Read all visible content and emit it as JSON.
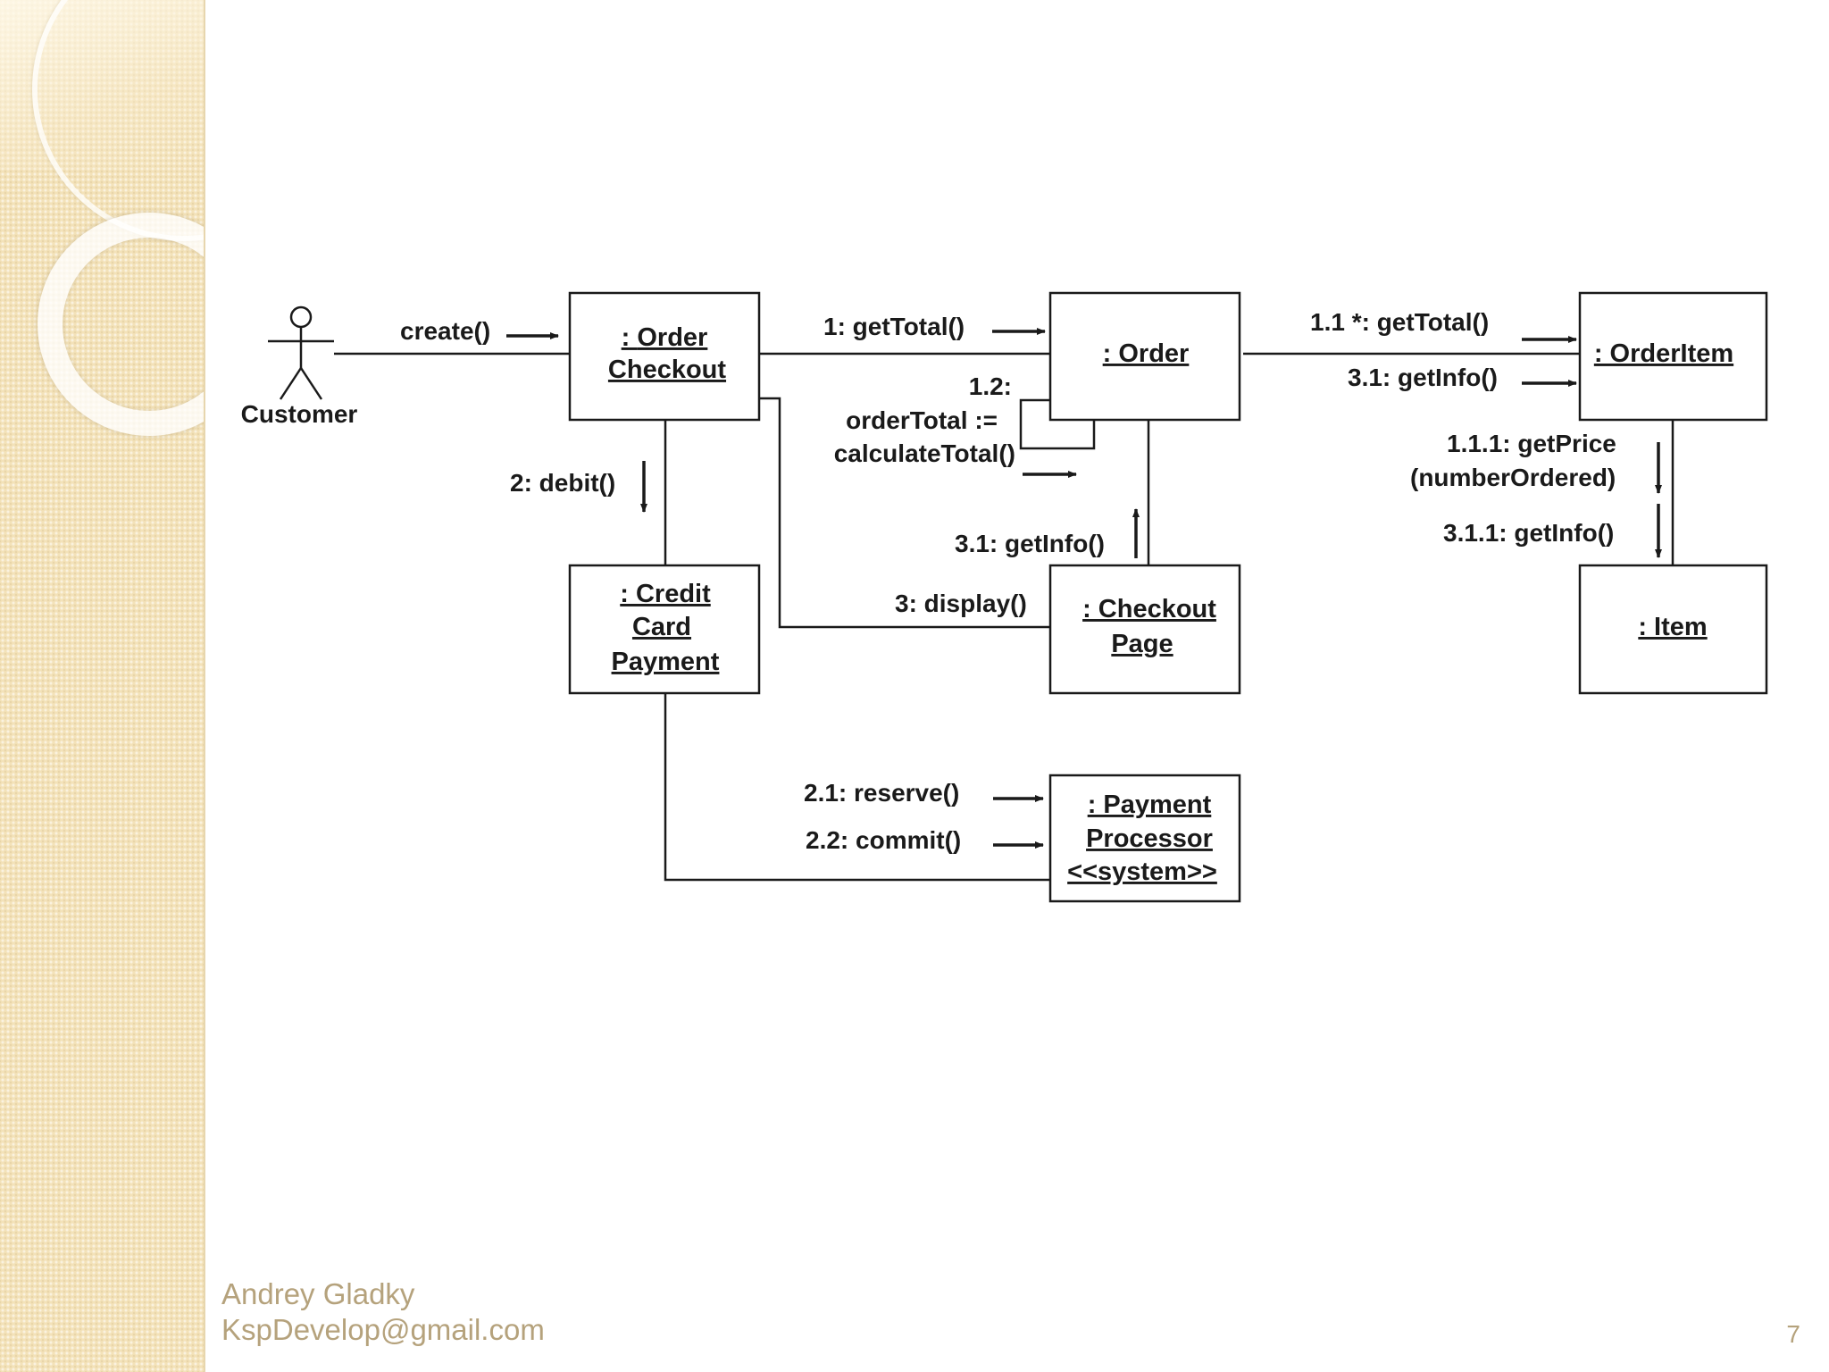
{
  "actor": {
    "label": "Customer"
  },
  "objects": {
    "order_checkout": [
      "Order",
      "Checkout"
    ],
    "order": [
      ": Order"
    ],
    "order_item": [
      ": OrderItem"
    ],
    "credit_card_payment": [
      ": Credit",
      "Card",
      "Payment"
    ],
    "checkout_page": [
      ": Checkout",
      "Page"
    ],
    "item": [
      ": Item"
    ],
    "payment_processor": [
      ": Payment",
      "Processor",
      "<<system>>"
    ]
  },
  "messages": {
    "create": "create()",
    "get_total": "1: getTotal()",
    "order_total": [
      "1.2:",
      "orderTotal :=",
      "calculateTotal()"
    ],
    "debit": "2: debit()",
    "get_info_3_1": "3.1: getInfo()",
    "display": "3: display()",
    "get_total_1_1": "1.1 *: getTotal()",
    "get_info_orderitem": "3.1: getInfo()",
    "get_price": [
      "1.1.1: getPrice",
      "(numberOrdered)"
    ],
    "get_info_3_1_1": "3.1.1: getInfo()",
    "reserve": "2.1: reserve()",
    "commit": "2.2: commit()"
  },
  "footer": {
    "author": "Andrey Gladky",
    "email": "KspDevelop@gmail.com",
    "page_number": "7"
  }
}
